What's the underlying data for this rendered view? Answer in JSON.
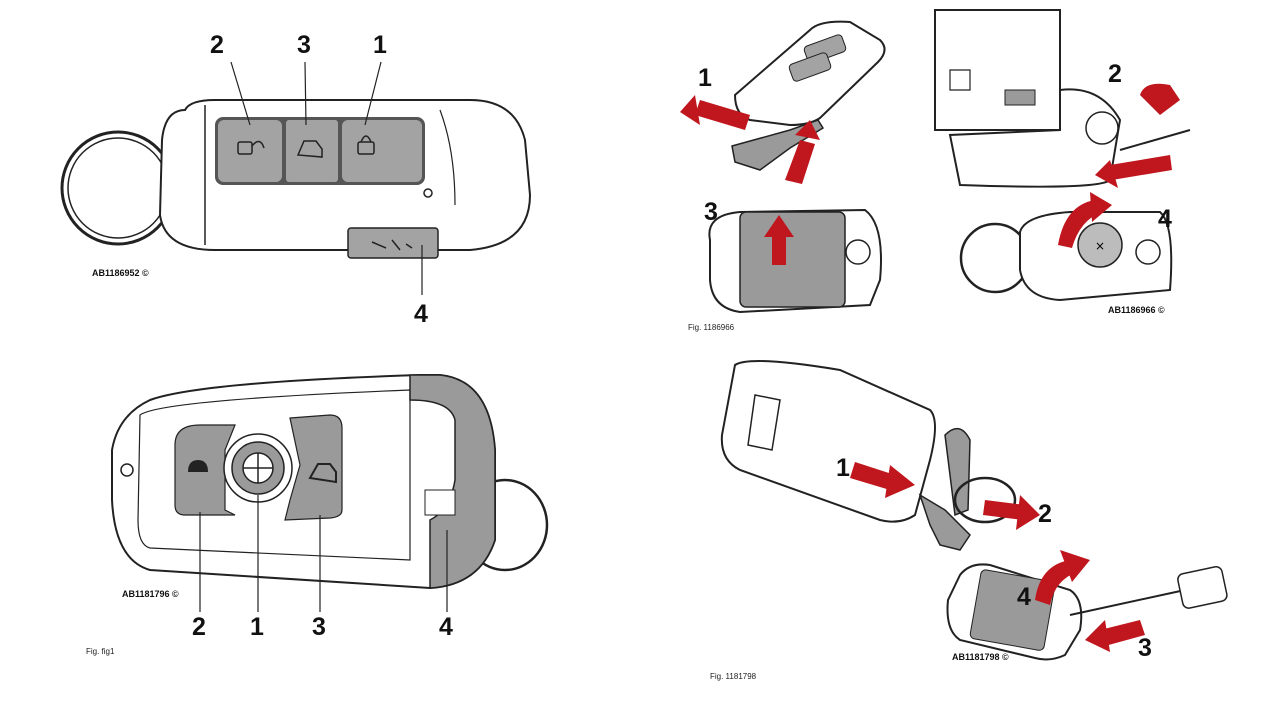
{
  "panels": {
    "top_left": {
      "callouts": [
        "2",
        "3",
        "1",
        "4"
      ],
      "reference": "AB1186952 ©"
    },
    "top_right": {
      "callouts": [
        "1",
        "2",
        "3",
        "4"
      ],
      "reference": "AB1186966 ©",
      "figure": "Fig. 1186966"
    },
    "bottom_left": {
      "callouts": [
        "2",
        "1",
        "3",
        "4"
      ],
      "reference": "AB1181796 ©",
      "figure": "Fig. fig1"
    },
    "bottom_right": {
      "callouts": [
        "1",
        "2",
        "4",
        "3"
      ],
      "reference": "AB1181798 ©",
      "figure": "Fig. 1181798"
    }
  },
  "colors": {
    "button_grey": "#9a9a9a",
    "arrow_red": "#c0161d",
    "outline": "#222222"
  }
}
